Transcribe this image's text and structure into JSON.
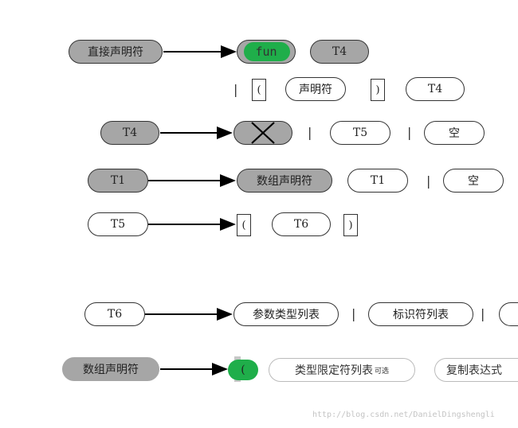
{
  "nodes": {
    "direct_declarator": "直接声明符",
    "fun": "fun",
    "t4": "T4",
    "lparen": "(",
    "declarator": "声明符",
    "rparen": ")",
    "t5": "T5",
    "empty": "空",
    "t1": "T1",
    "array_declarator": "数组声明符",
    "t6": "T6",
    "param_type_list": "参数类型列表",
    "identifier_list": "标识符列表",
    "type_qualifier_list": "类型限定符列表",
    "optional": "可选",
    "assignment_expression": "复制表达式"
  },
  "separator": "|",
  "watermark": "http://blog.csdn.net/DanielDingshengli"
}
